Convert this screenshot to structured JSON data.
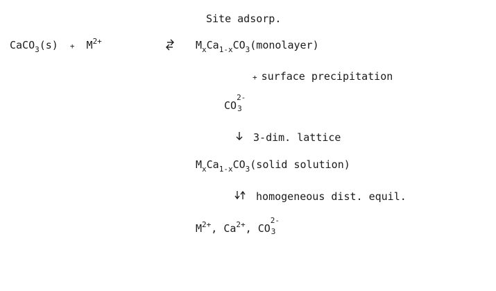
{
  "reaction": {
    "site_label": "Site adsorp.",
    "reactant_caco3": "CaCO",
    "reactant_caco3_sub": "3",
    "reactant_state": "(s)",
    "plus1": "+",
    "reactant_metal": "M",
    "reactant_metal_sup": "2+",
    "monolayer_m": "M",
    "monolayer_x": "x",
    "monolayer_ca": "Ca",
    "monolayer_sub": "1-x",
    "monolayer_co": "CO",
    "monolayer_co_sub": "3",
    "monolayer_label": "(monolayer)",
    "surface_plus": "+",
    "surface_label": "surface precipitation",
    "carbonate": "CO",
    "carbonate_sup": "2-",
    "carbonate_sub": "3",
    "lattice_label": "3-dim. lattice",
    "solid_m": "M",
    "solid_x": "x",
    "solid_ca": "Ca",
    "solid_sub": "1-x",
    "solid_co": "CO",
    "solid_co_sub": "3",
    "solid_label": "(solid solution)",
    "homog_label": "homogeneous dist. equil.",
    "ion_m": "M",
    "ion_m_sup": "2+",
    "sep1": ", ",
    "ion_ca": "Ca",
    "ion_ca_sup": "2+",
    "sep2": ", ",
    "ion_co": "CO",
    "ion_co_sup": "2-",
    "ion_co_sub": "3"
  }
}
